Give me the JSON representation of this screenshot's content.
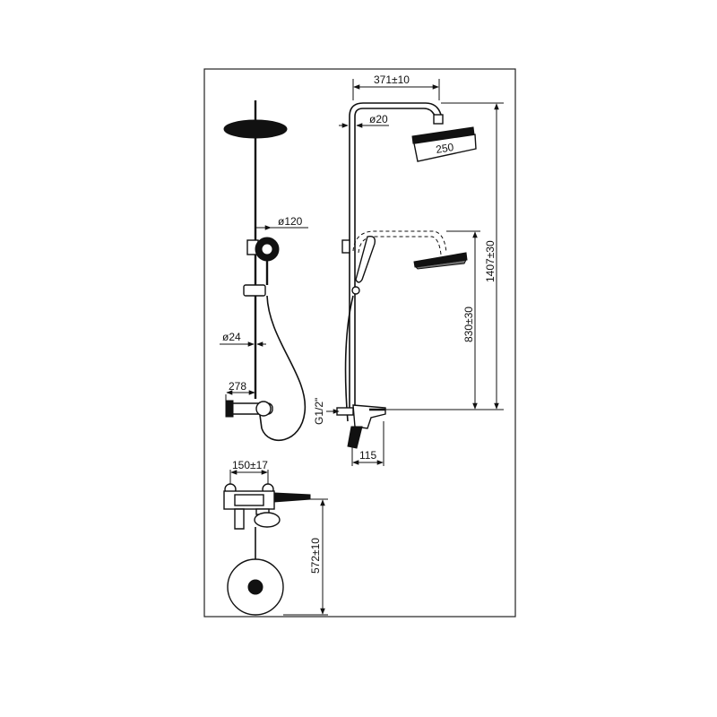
{
  "dimensions": {
    "top_width": "371±10",
    "pipe_diameter": "ø20",
    "head_width": "250",
    "total_height": "1407±30",
    "hand_diameter": "ø120",
    "lower_height": "830±30",
    "bar_diameter": "ø24",
    "mixer_depth": "278",
    "inlet_thread": "G1/2\"",
    "spout_length": "115",
    "inlet_spacing": "150±17",
    "mount_height": "572±10"
  }
}
